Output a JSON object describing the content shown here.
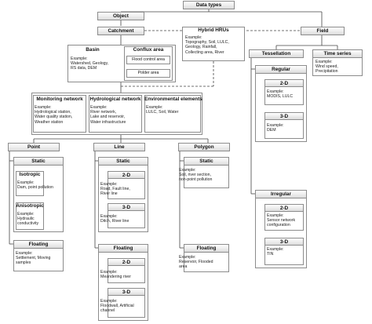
{
  "nodes": {
    "data_types": "Data types",
    "object": "Object",
    "catchment": "Catchment",
    "field": "Field",
    "hybrid": "Hybrid HRUs",
    "hybrid_ex": "Example:\nTopography, Soil, LULC,\nGeology, Rainfall,\nCollecting area, River",
    "basin": "Basin",
    "basin_ex": "Example:\nWatershed, Geology,\nRS data, DEM",
    "conflux": "Conflux area",
    "flood_control": "Flood control area",
    "polder": "Polder area",
    "monitoring": "Monitoring network",
    "monitoring_ex": "Example:\nHydrological station,\nWater quality station,\nWeather station",
    "hydro_net": "Hydrological network",
    "hydro_net_ex": "Example:\nRiver network,\nLake and reservoir,\nWater infrastructure",
    "env": "Environmental elements",
    "env_ex": "Example:\nLULC, Soil, Water",
    "tessellation": "Tessellation",
    "time_series": "Time series",
    "time_series_ex": "Example:\nWind speed,\nPrecipitation",
    "regular": "Regular",
    "reg_2d": "2-D",
    "reg_2d_ex": "Example:\nMODIS, LULC",
    "reg_3d": "3-D",
    "reg_3d_ex": "Example:\nDEM",
    "irregular": "Irregular",
    "irr_2d": "2-D",
    "irr_2d_ex": "Example:\nSensor network\nconfiguration",
    "irr_3d": "3-D",
    "irr_3d_ex": "Example:\nTIN",
    "point": "Point",
    "point_static": "Static",
    "isotropic": "Isotropic",
    "isotropic_ex": "Example:\nDam, point pollution",
    "anisotropic": "Anisotropic",
    "anisotropic_ex": "Example:\nHydraulic\nconductivity",
    "point_floating": "Floating",
    "point_floating_ex": "Example:\nSettlement, Moving\nsamples",
    "line": "Line",
    "line_static": "Static",
    "line_2d": "2-D",
    "line_2d_ex": "Example:\nRoad, Fault line,\nRiver line",
    "line_3d": "3-D",
    "line_3d_ex": "Example:\nDitch, River line",
    "line_floating": "Floating",
    "line_fl_2d": "2-D",
    "line_fl_2d_ex": "Example:\nMeandering river",
    "line_fl_3d": "3-D",
    "line_fl_3d_ex": "Example:\nFloodwall, Artificial\nchannel",
    "polygon": "Polygon",
    "poly_static": "Static",
    "poly_static_ex": "Example:\nSoil, river section,\nnon-point pollution",
    "poly_floating": "Floating",
    "poly_floating_ex": "Example:\nReservoir, Flooded\narea"
  }
}
